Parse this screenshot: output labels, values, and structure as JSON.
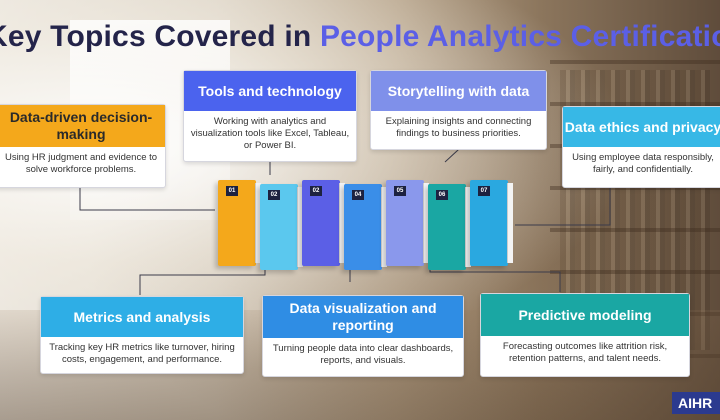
{
  "title": {
    "main": "Key Topics Covered in ",
    "accent": "People Analytics Certification"
  },
  "cards": {
    "data_driven": {
      "title": "Data-driven decision-making",
      "desc": "Using HR judgment and evidence to solve workforce problems."
    },
    "tools": {
      "title": "Tools and technology",
      "desc": "Working with analytics and visualization tools like Excel, Tableau, or Power BI."
    },
    "storytelling": {
      "title": "Storytelling with data",
      "desc": "Explaining insights and connecting findings to business priorities."
    },
    "ethics": {
      "title": "Data ethics and privacy",
      "desc": "Using employee data responsibly, fairly, and confidentially."
    },
    "metrics": {
      "title": "Metrics and analysis",
      "desc": "Tracking key HR metrics like turnover, hiring costs, engagement, and performance."
    },
    "visualization": {
      "title": "Data visualization and reporting",
      "desc": "Turning people data into clear dashboards, reports, and visuals."
    },
    "predictive": {
      "title": "Predictive modeling",
      "desc": "Forecasting outcomes like attrition risk, retention patterns, and talent needs."
    }
  },
  "books": [
    {
      "tag": "01",
      "color": "#f4a81b"
    },
    {
      "tag": "02",
      "color": "#5bc8ee"
    },
    {
      "tag": "02",
      "color": "#5b5fe6"
    },
    {
      "tag": "04",
      "color": "#3a8ee8"
    },
    {
      "tag": "05",
      "color": "#8a98ec"
    },
    {
      "tag": "06",
      "color": "#1aa7a3"
    },
    {
      "tag": "07",
      "color": "#2aa8e0"
    }
  ],
  "logo": "AIHR"
}
